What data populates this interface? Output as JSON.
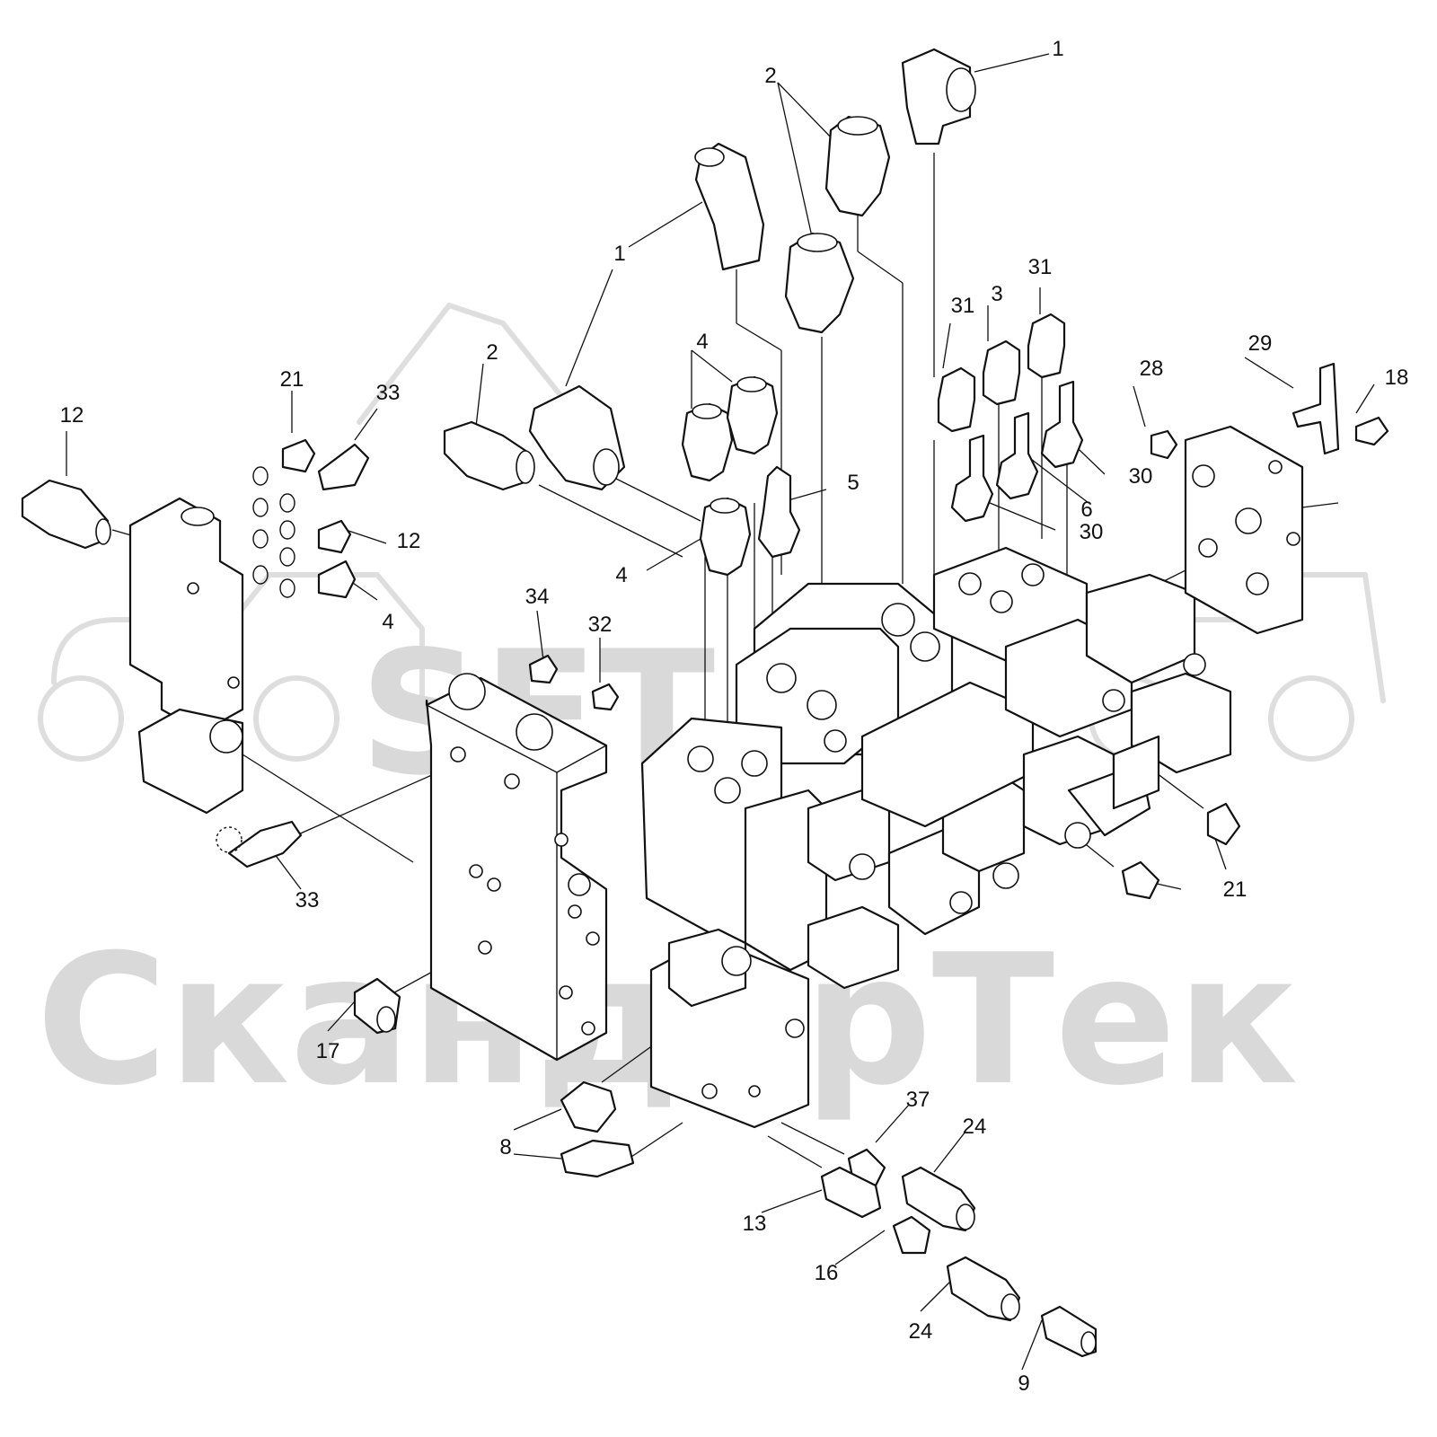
{
  "watermark": {
    "logo_text": "SFT",
    "company_text": "СкандорТек"
  },
  "callouts": [
    {
      "id": "c1a",
      "label": "1"
    },
    {
      "id": "c1b",
      "label": "1"
    },
    {
      "id": "c2a",
      "label": "2"
    },
    {
      "id": "c2b",
      "label": "2"
    },
    {
      "id": "c3",
      "label": "3"
    },
    {
      "id": "c4a",
      "label": "4"
    },
    {
      "id": "c4b",
      "label": "4"
    },
    {
      "id": "c4c",
      "label": "4"
    },
    {
      "id": "c5",
      "label": "5"
    },
    {
      "id": "c6",
      "label": "6"
    },
    {
      "id": "c8",
      "label": "8"
    },
    {
      "id": "c9",
      "label": "9"
    },
    {
      "id": "c12a",
      "label": "12"
    },
    {
      "id": "c12b",
      "label": "12"
    },
    {
      "id": "c13",
      "label": "13"
    },
    {
      "id": "c16",
      "label": "16"
    },
    {
      "id": "c17",
      "label": "17"
    },
    {
      "id": "c18",
      "label": "18"
    },
    {
      "id": "c21a",
      "label": "21"
    },
    {
      "id": "c21b",
      "label": "21"
    },
    {
      "id": "c24a",
      "label": "24"
    },
    {
      "id": "c24b",
      "label": "24"
    },
    {
      "id": "c28",
      "label": "28"
    },
    {
      "id": "c29",
      "label": "29"
    },
    {
      "id": "c30a",
      "label": "30"
    },
    {
      "id": "c30b",
      "label": "30"
    },
    {
      "id": "c31a",
      "label": "31"
    },
    {
      "id": "c31b",
      "label": "31"
    },
    {
      "id": "c32",
      "label": "32"
    },
    {
      "id": "c33a",
      "label": "33"
    },
    {
      "id": "c33b",
      "label": "33"
    },
    {
      "id": "c34",
      "label": "34"
    },
    {
      "id": "c37",
      "label": "37"
    }
  ]
}
